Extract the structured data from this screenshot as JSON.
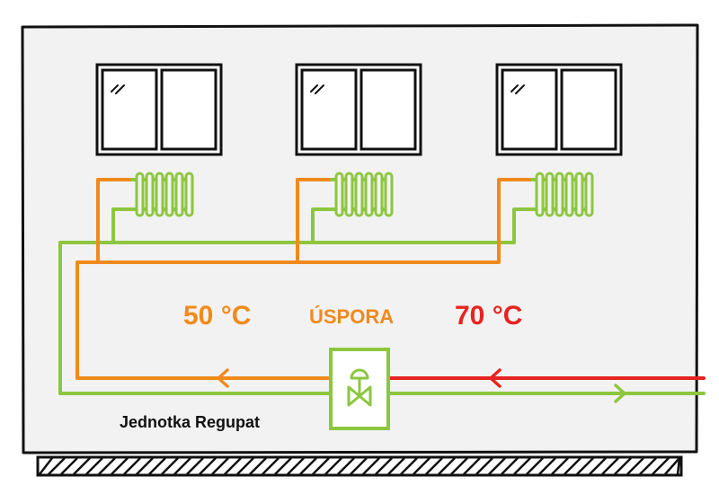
{
  "labels": {
    "temp_low": "50 °C",
    "savings": "ÚSPORA",
    "temp_high": "70 °C",
    "unit_name": "Jednotka Regupat"
  },
  "colors": {
    "background": "#ffffff",
    "wall": "#f2f2f2",
    "outline": "#111111",
    "supply_hot": "#e52420",
    "supply_mixed": "#f08a1c",
    "return": "#8dc63f"
  },
  "icons": [
    "window-icon",
    "radiator-icon",
    "valve-icon",
    "flow-arrow-icon",
    "ground-hatch"
  ]
}
